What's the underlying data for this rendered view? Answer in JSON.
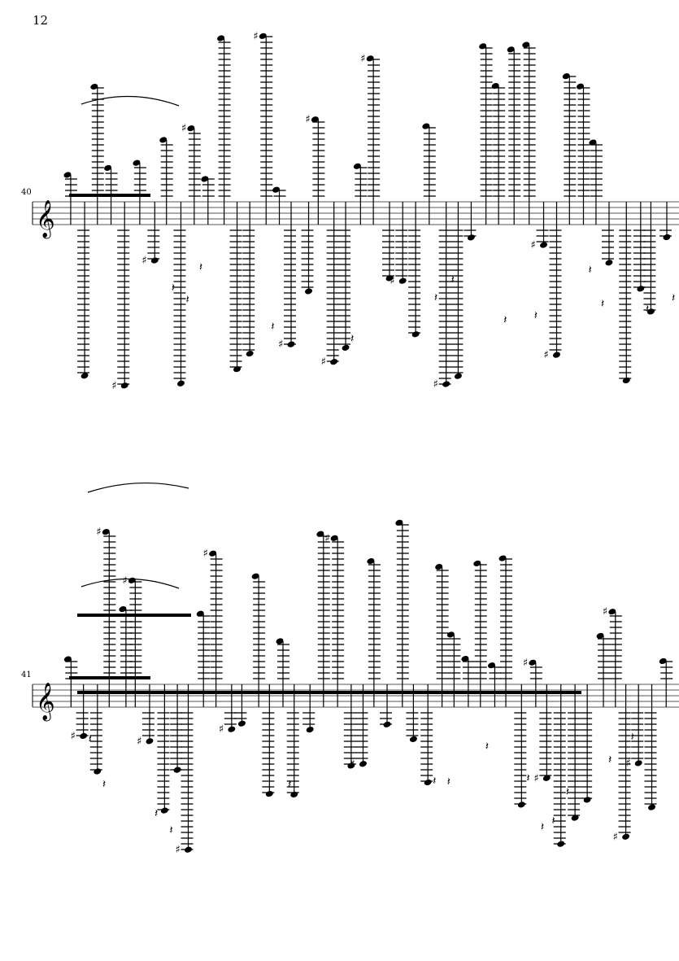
{
  "page": {
    "number": "12"
  },
  "systems": [
    {
      "measure_number": "40",
      "clef": "treble"
    },
    {
      "measure_number": "41",
      "clef": "treble"
    }
  ],
  "colors": {
    "ink": "#000000",
    "staff": "#000000"
  }
}
